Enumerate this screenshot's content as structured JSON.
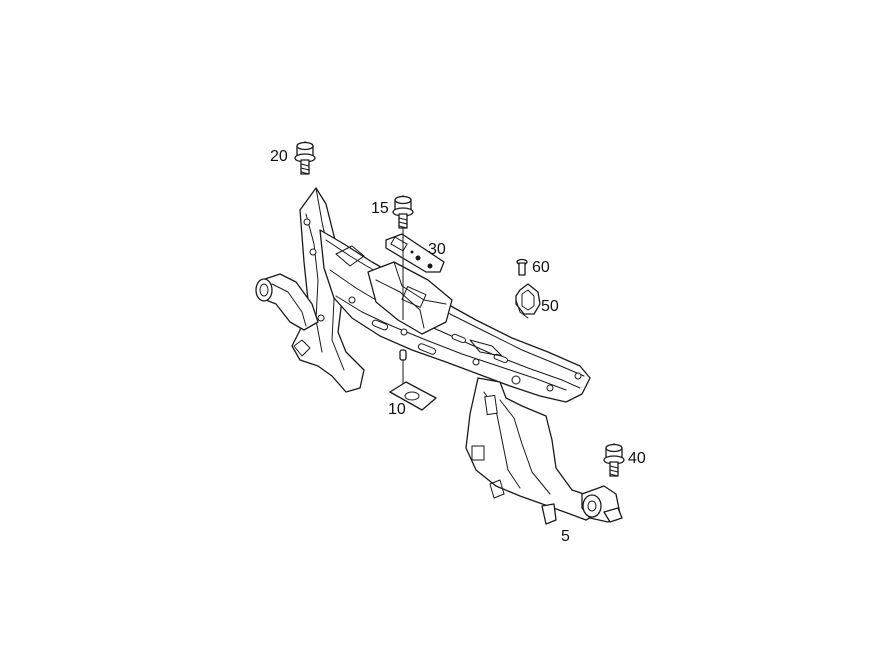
{
  "callouts": [
    {
      "id": "20",
      "text": "20"
    },
    {
      "id": "15",
      "text": "15"
    },
    {
      "id": "30",
      "text": "30"
    },
    {
      "id": "60",
      "text": "60"
    },
    {
      "id": "50",
      "text": "50"
    },
    {
      "id": "10",
      "text": "10"
    },
    {
      "id": "40",
      "text": "40"
    },
    {
      "id": "5",
      "text": "5"
    }
  ],
  "colors": {
    "line": "#1a1a1a",
    "background": "#ffffff"
  }
}
